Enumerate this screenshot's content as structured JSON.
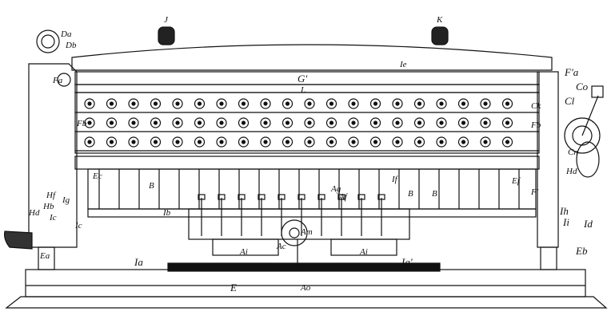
{
  "figure": {
    "labels": {
      "J": "J",
      "K": "K",
      "Da": "Da",
      "Db": "Db",
      "Fa": "Fa",
      "Ie": "Ie",
      "Fa2": "F'a",
      "Co": "Co",
      "Cl": "Cl",
      "G1": "G'",
      "L": "L",
      "Ck": "Ck",
      "Fb": "Fb",
      "Fb2": "Fb",
      "Cn": "Cn",
      "Hd2": "Hd",
      "Ec": "Ec",
      "B1": "B",
      "B2": "B",
      "B3": "B",
      "Ag": "Ag",
      "If": "If",
      "Af": "Af",
      "Ef": "Ef",
      "F2": "F'",
      "Hf": "Hf",
      "Ig": "Ig",
      "Hb": "Hb",
      "Ic1": "Ic",
      "Hd1": "Hd",
      "Ib": "Ib",
      "Ic2": "Ic",
      "Ih": "Ih",
      "Ii": "Ii",
      "Id": "Id",
      "Am": "Am",
      "Ea": "Ea",
      "Eb": "Eb",
      "Ai1": "Ai",
      "Ai2": "Ai",
      "Ac": "Ac",
      "Ia1": "Ia",
      "Ia2": "Ia'",
      "E": "E",
      "Ao": "Ao"
    },
    "dial_rows": 3,
    "dials_per_row": 20
  }
}
